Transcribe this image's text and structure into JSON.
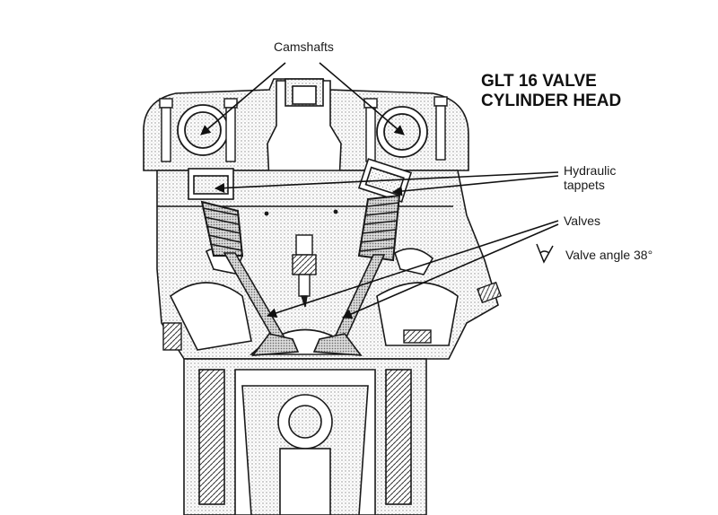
{
  "title": {
    "line1": "GLT 16 VALVE",
    "line2": "CYLINDER HEAD"
  },
  "labels": {
    "camshafts": "Camshafts",
    "hydraulic_tappets_line1": "Hydraulic",
    "hydraulic_tappets_line2": "tappets",
    "valves": "Valves",
    "valve_angle": "Valve angle 38°"
  },
  "colors": {
    "ink": "#1a1a1a",
    "paper": "#ffffff",
    "stipple": "#9a9a9a"
  }
}
